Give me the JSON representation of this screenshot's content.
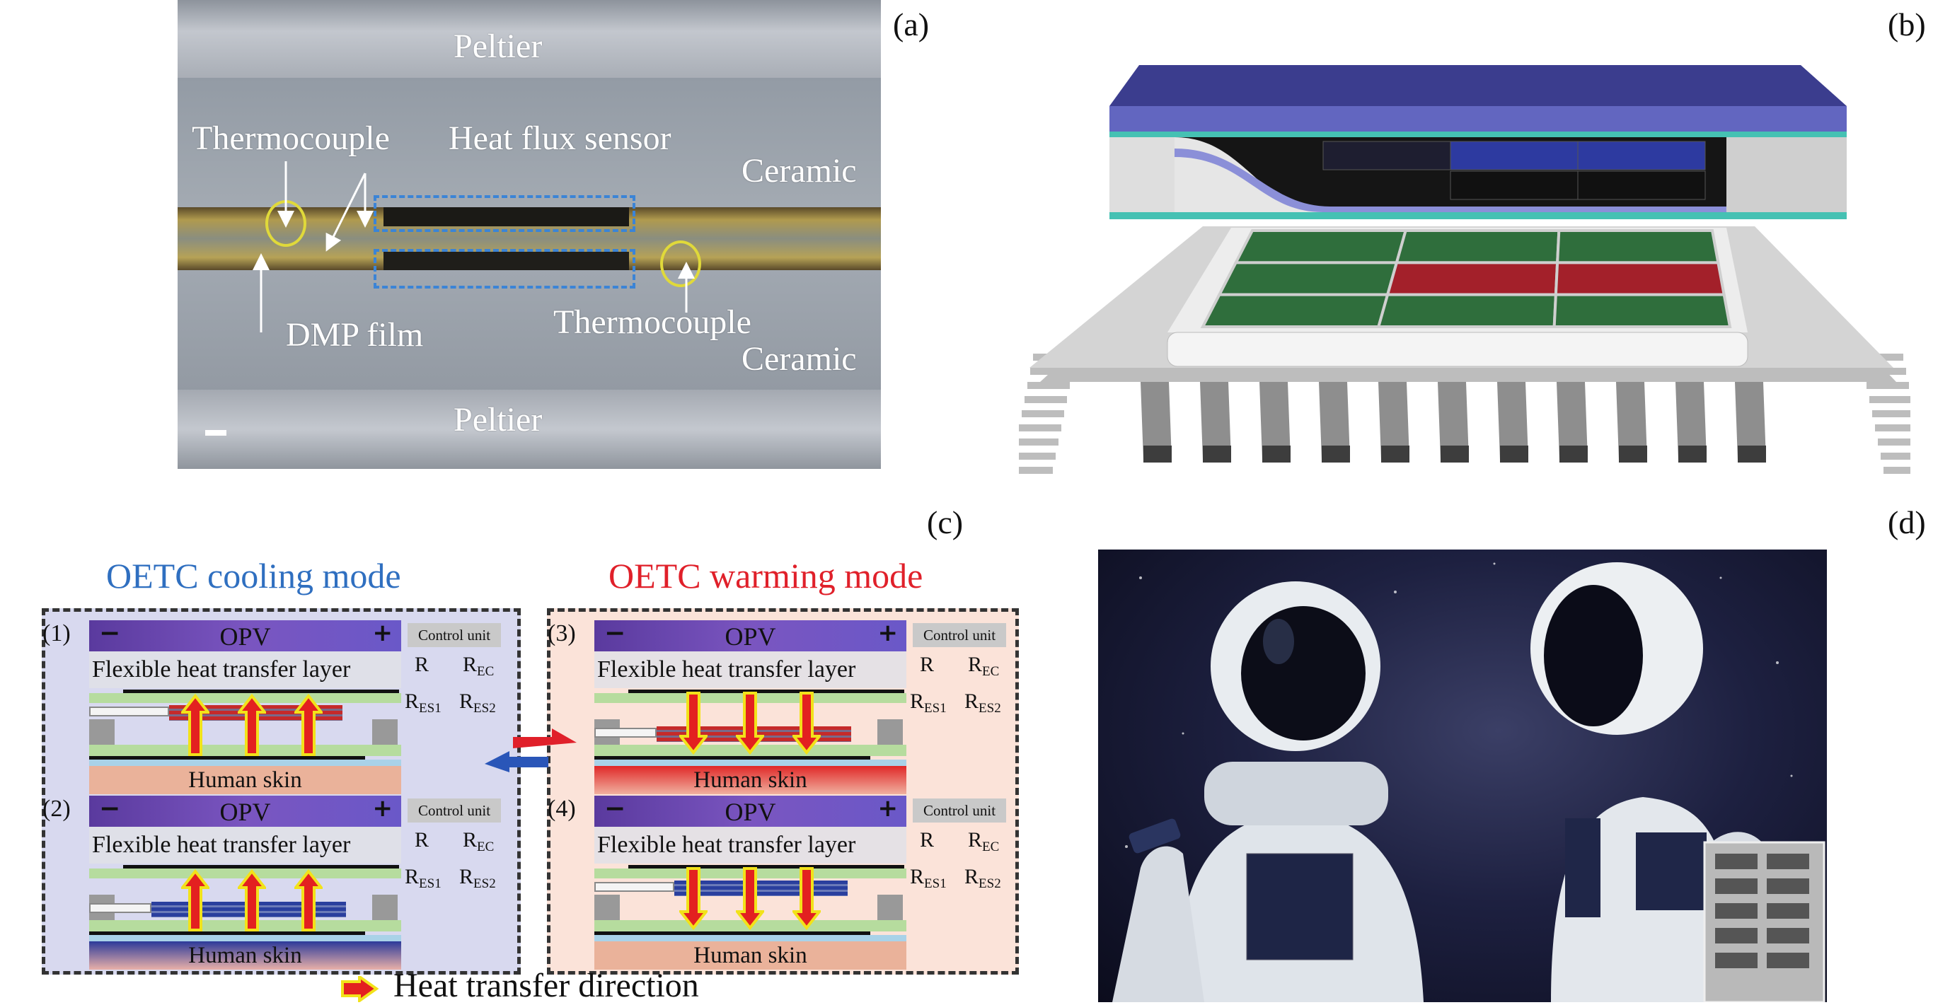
{
  "panel_labels": {
    "a": "(a)",
    "b": "(b)",
    "c": "(c)",
    "d": "(d)"
  },
  "panel_a": {
    "peltier_top": "Peltier",
    "thermocouple_left": "Thermocouple",
    "heat_flux_sensor": "Heat flux sensor",
    "ceramic_top": "Ceramic",
    "dmp_film": "DMP film",
    "thermocouple_right": "Thermocouple",
    "ceramic_bottom": "Ceramic",
    "peltier_bottom": "Peltier"
  },
  "panel_c": {
    "cooling_title": "OETC cooling mode",
    "warming_title": "OETC warming mode",
    "opv": "OPV",
    "minus": "−",
    "plus": "+",
    "control_unit": "Control unit",
    "flex_layer": "Flexible heat transfer layer",
    "human_skin": "Human skin",
    "r": "R",
    "sub_ec": "EC",
    "sub_es1": "ES1",
    "sub_es2": "ES2",
    "subpanels": [
      {
        "number": "(1)",
        "mode": "cooling",
        "element": "hot-top",
        "arrows": "up",
        "skin": "normal"
      },
      {
        "number": "(2)",
        "mode": "cooling",
        "element": "cold-bottom",
        "arrows": "up",
        "skin": "cold"
      },
      {
        "number": "(3)",
        "mode": "warming",
        "element": "hot-bottom",
        "arrows": "down",
        "skin": "hot"
      },
      {
        "number": "(4)",
        "mode": "warming",
        "element": "cold-top",
        "arrows": "down",
        "skin": "normal"
      }
    ],
    "legend": "Heat transfer direction"
  },
  "colors": {
    "cooling": "#2f6fc0",
    "warming": "#e0202a",
    "cooling_bg": "#d8d9ef",
    "warming_bg": "#fbe3d9",
    "arrow_fill": "#e32020",
    "arrow_edge": "#f2e21a"
  }
}
